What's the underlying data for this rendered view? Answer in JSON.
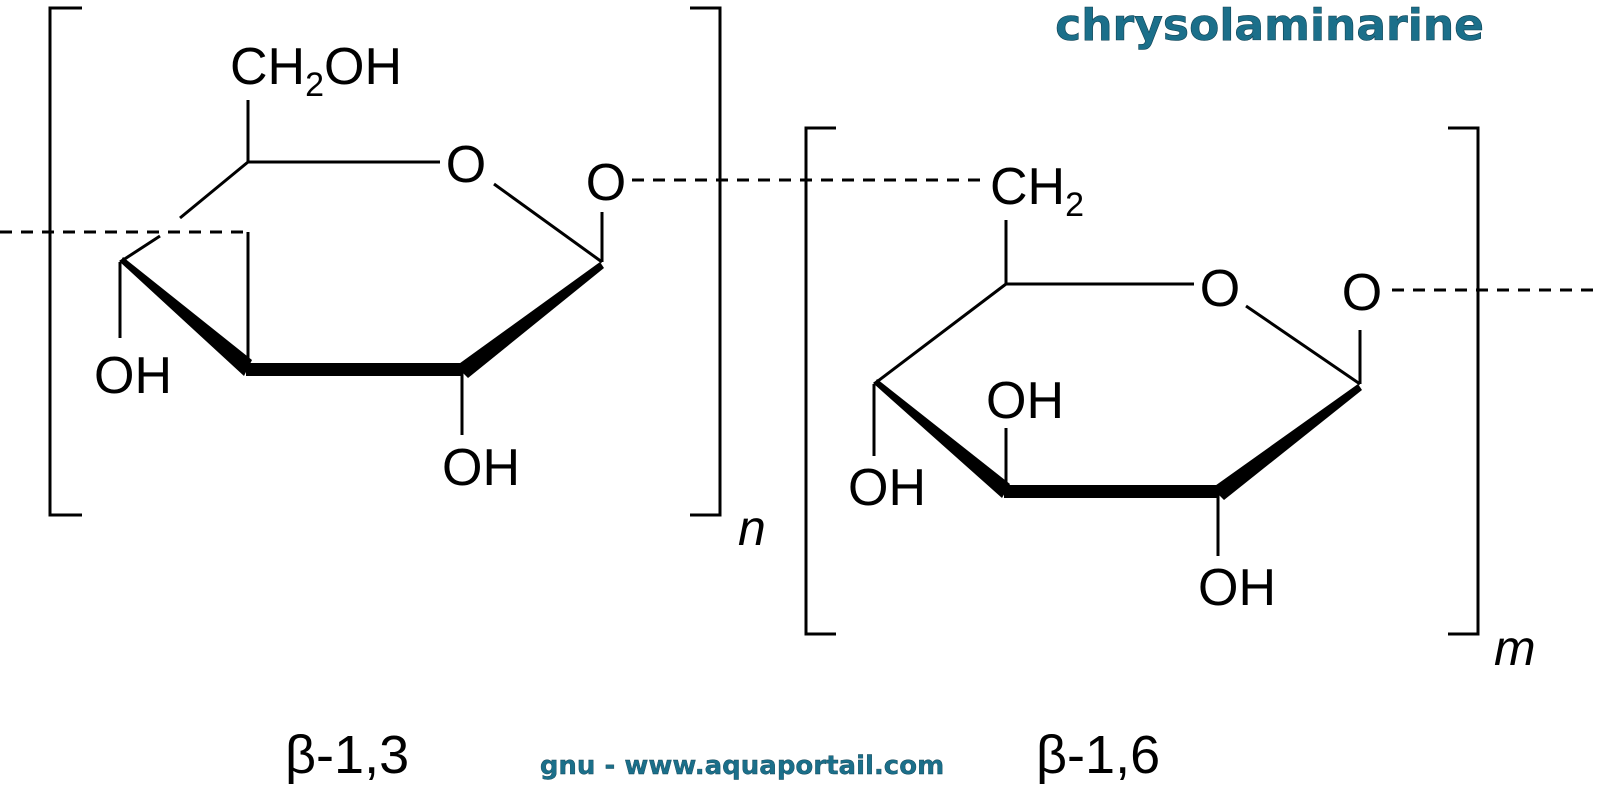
{
  "title": "chrysolaminarine",
  "credit": "gnu - www.aquaportail.com",
  "colors": {
    "title": "#1b6f8a",
    "credit": "#1b6f8a",
    "ink": "#000000"
  },
  "unit_left": {
    "ch2oh_main": "CH",
    "ch2oh_sub": "2",
    "ch2oh_tail": "OH",
    "ring_oxygen": "O",
    "glycosidic_oxygen": "O",
    "oh_c4": "OH",
    "oh_c2": "OH",
    "repeat_index": "n",
    "linkage": "β-1,3"
  },
  "unit_right": {
    "ch2_main": "CH",
    "ch2_sub": "2",
    "ring_oxygen": "O",
    "glycosidic_oxygen": "O",
    "oh_c3": "OH",
    "oh_c4": "OH",
    "oh_c2": "OH",
    "repeat_index": "m",
    "linkage": "β-1,6"
  }
}
